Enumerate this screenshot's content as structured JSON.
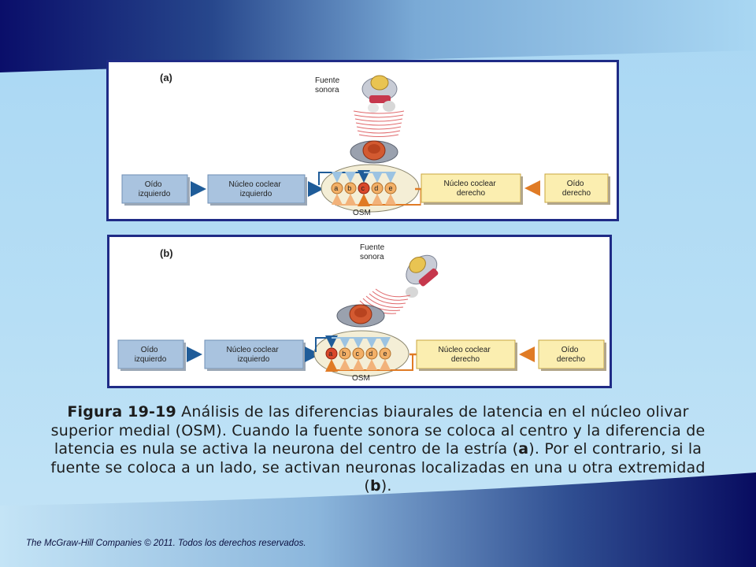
{
  "panel_a": {
    "label": "(a)",
    "source_lines": [
      "Fuente",
      "sonora"
    ],
    "boxes": {
      "left_ear": [
        "Oído",
        "izquierdo"
      ],
      "left_nucleus": [
        "Núcleo coclear",
        "izquierdo"
      ],
      "right_nucleus": [
        "Núcleo coclear",
        "derecho"
      ],
      "right_ear": [
        "Oído",
        "derecho"
      ]
    },
    "neurons": [
      "a",
      "b",
      "c",
      "d",
      "e"
    ],
    "active_neuron": "c",
    "osm_label": "OSM"
  },
  "panel_b": {
    "label": "(b)",
    "source_lines": [
      "Fuente",
      "sonora"
    ],
    "boxes": {
      "left_ear": [
        "Oído",
        "izquierdo"
      ],
      "left_nucleus": [
        "Núcleo coclear",
        "izquierdo"
      ],
      "right_nucleus": [
        "Núcleo coclear",
        "derecho"
      ],
      "right_ear": [
        "Oído",
        "derecho"
      ]
    },
    "neurons": [
      "a",
      "b",
      "c",
      "d",
      "e"
    ],
    "active_neuron": "a",
    "osm_label": "OSM"
  },
  "caption": {
    "label": "Figura 19-19",
    "text1": " Análisis de las diferencias biaurales de latencia en el núcleo olivar superior medial (OSM). Cuando la fuente sonora se coloca al centro y la diferencia de latencia es nula se activa la neurona del centro de la estría (",
    "bold1": "a",
    "text2": "). Por el contrario, si la fuente se coloca a un lado, se activan neuronas localizadas en una u otra extremidad (",
    "bold2": "b",
    "text3": ")."
  },
  "copyright": "The McGraw-Hill Companies © 2011. Todos los derechos reservados.",
  "colors": {
    "panel_border": "#1f2b86",
    "blue_box": "#a9c3df",
    "yellow_box": "#fbeeb0",
    "orange": "#e07b25",
    "blue_arrow": "#1f5c99",
    "active_neuron": "#d9482b",
    "neuron": "#f3b067"
  }
}
